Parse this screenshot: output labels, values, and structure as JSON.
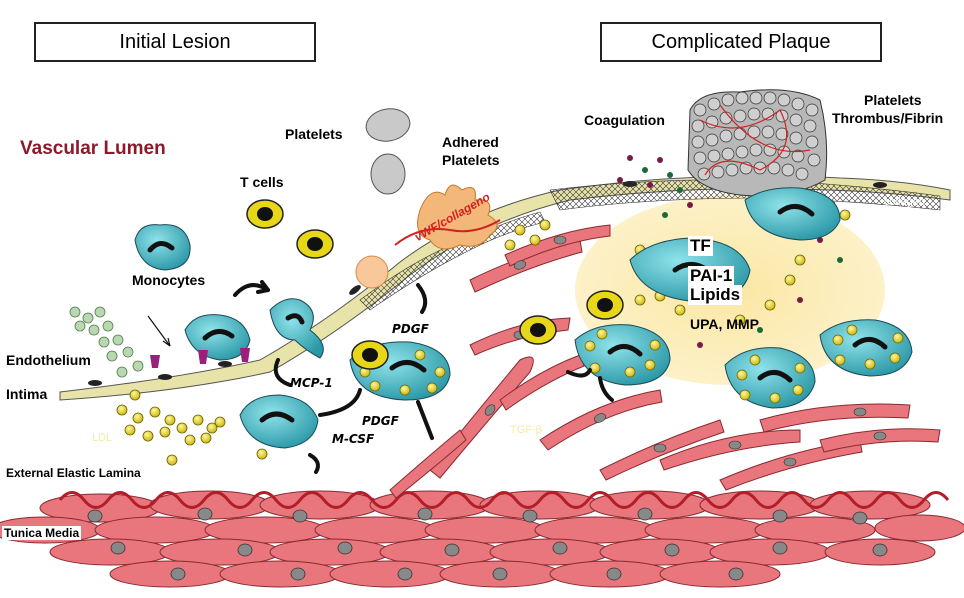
{
  "titles": {
    "left": "Initial Lesion",
    "right": "Complicated Plaque"
  },
  "labels": {
    "vascular_lumen": "Vascular Lumen",
    "platelets": "Platelets",
    "adhered_platelets_1": "Adhered",
    "adhered_platelets_2": "Platelets",
    "t_cells": "T cells",
    "monocytes": "Monocytes",
    "endothelium": "Endothelium",
    "intima": "Intima",
    "ldl": "LDL",
    "external_elastic_lamina": "External Elastic Lamina",
    "tunica_media": "Tunica Media",
    "coagulation": "Coagulation",
    "platelets_thrombus_1": "Platelets",
    "platelets_thrombus_2": "Thrombus/Fibrin",
    "tf": "TF",
    "pai1": "PAI-1",
    "lipids": "Lipids",
    "upa_mmp": "UPA, MMP",
    "mcp1": "MCP-1",
    "pdgf_top": "PDGF",
    "pdgf_mid": "PDGF",
    "mcsf": "M-CSF",
    "tgf": "TGF-β",
    "collagen": "vWF/collageno",
    "collagen_right": "collagen"
  },
  "colors": {
    "lumen_text": "#8b1a2b",
    "monocyte": "#3fb7c4",
    "smooth_muscle": "#e9767d",
    "lipid": "#e8d618",
    "endothelium": "#e8e3a8",
    "lamina": "#b21e2a",
    "plaque_core": "#fbe9a6"
  }
}
